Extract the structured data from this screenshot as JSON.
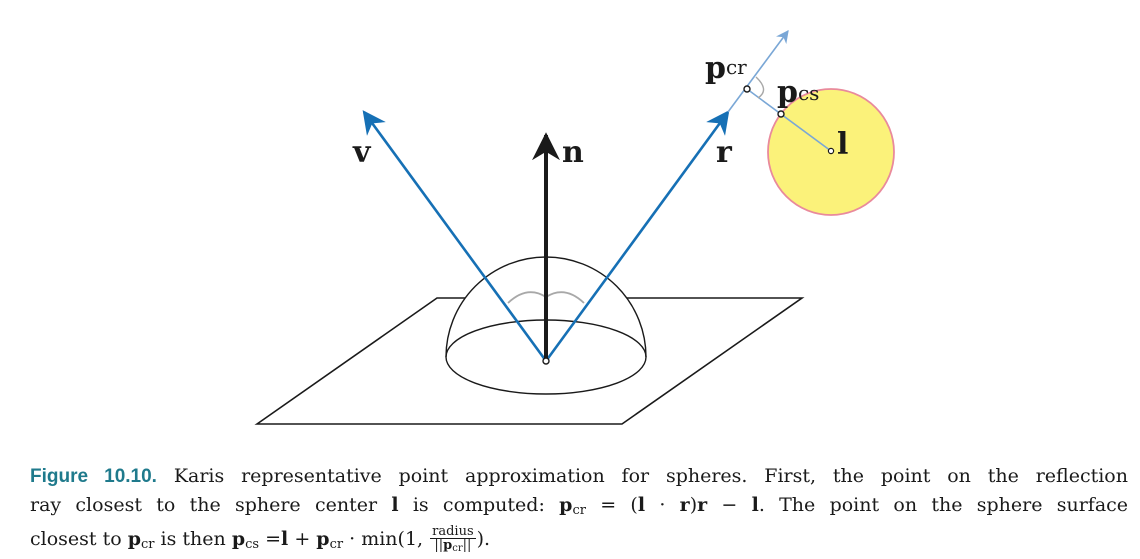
{
  "diagram": {
    "labels": {
      "v": "v",
      "n": "n",
      "r": "r",
      "p_cr_main": "p",
      "p_cr_sub": "cr",
      "p_cs_main": "p",
      "p_cs_sub": "cs",
      "l": "l"
    },
    "colors": {
      "ray_blue": "#1670b5",
      "light_ray": "#7aa7d6",
      "normal": "#1a1a1a",
      "sphere_fill": "#fbf27a",
      "sphere_stroke": "#e98a9c",
      "angle_arc": "#a8a8a8",
      "outline": "#1a1a1a"
    }
  },
  "caption": {
    "figure_label": "Figure 10.10.",
    "line1_text": "Karis representative point approximation for spheres. First, the point on the reflection",
    "line2_a": "ray closest to the sphere center",
    "line2_l": "l",
    "line2_b": "is computed:",
    "line2_p": "p",
    "line2_cr": "cr",
    "line2_eq": "= (",
    "line2_l2": "l",
    "line2_dot": "·",
    "line2_r": "r",
    "line2_close": ")",
    "line2_r2": "r",
    "line2_minus": "−",
    "line2_l3": "l",
    "line2_c": ". The point on the sphere surface",
    "line3_a": "closest to",
    "line3_p": "p",
    "line3_cr": "cr",
    "line3_b": "is then",
    "line3_p2": "p",
    "line3_cs": "cs",
    "line3_eq": "=",
    "line3_l": "l",
    "line3_plus": "+",
    "line3_p3": "p",
    "line3_cr2": "cr",
    "line3_min": "· min(1,",
    "line3_frac_num": "radius",
    "line3_frac_den_open": "||",
    "line3_frac_den_p": "p",
    "line3_frac_den_cr": "cr",
    "line3_frac_den_close": "||",
    "line3_end": ")."
  }
}
